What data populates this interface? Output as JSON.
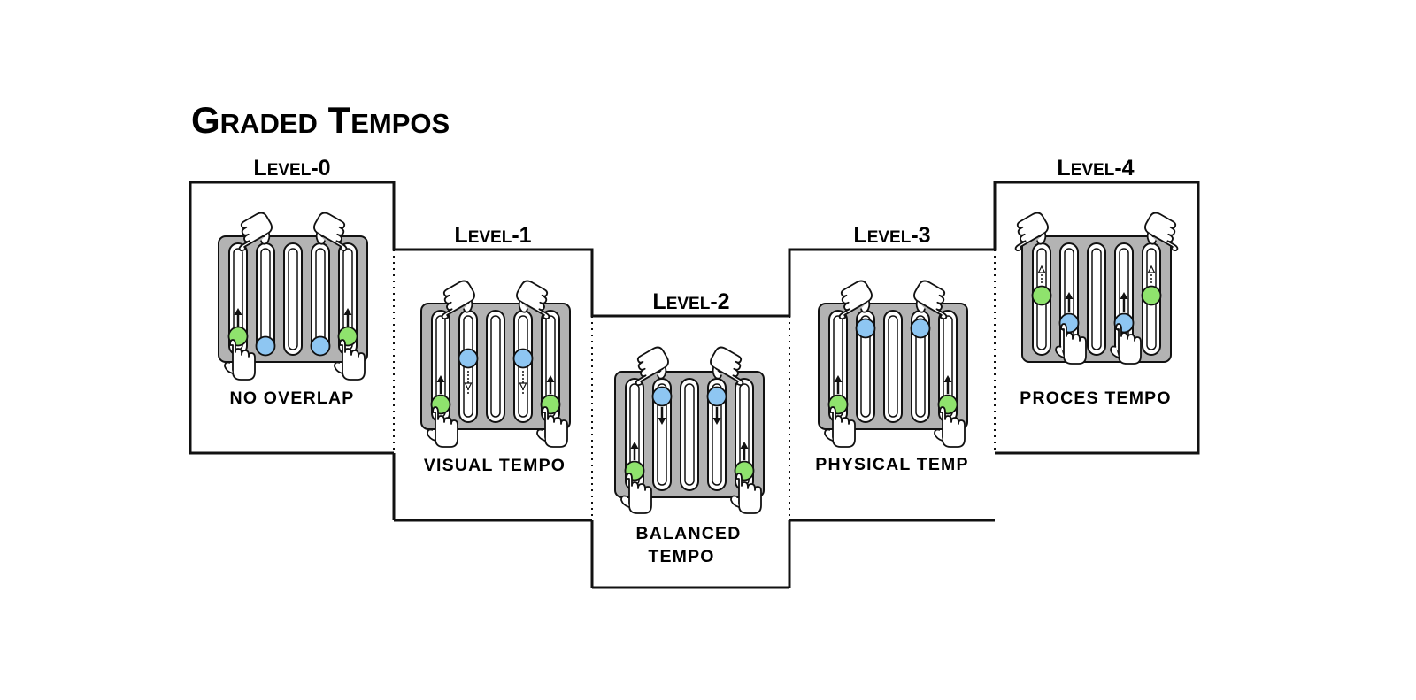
{
  "title": {
    "big1": "G",
    "rest1": "RADED",
    "big2": "T",
    "rest2": "EMPOS"
  },
  "level_prefix": {
    "big": "L",
    "rest": "EVEL"
  },
  "levels": [
    {
      "number": "0",
      "caption": [
        "NO OVERLAP"
      ]
    },
    {
      "number": "1",
      "caption": [
        "VISUAL TEMPO"
      ]
    },
    {
      "number": "2",
      "caption": [
        "BALANCED",
        "TEMPO"
      ]
    },
    {
      "number": "3",
      "caption": [
        "PHYSICAL TEMP"
      ]
    },
    {
      "number": "4",
      "caption": [
        "PROCES TEMPO"
      ]
    }
  ],
  "colors": {
    "green": "#8fe36d",
    "blue": "#8ec6f2",
    "panel": "#b3b3b3",
    "line": "#111111"
  },
  "icons": [
    "hand-icon",
    "arrow-up-icon",
    "arrow-down-icon",
    "dashed-arrow-icon"
  ]
}
